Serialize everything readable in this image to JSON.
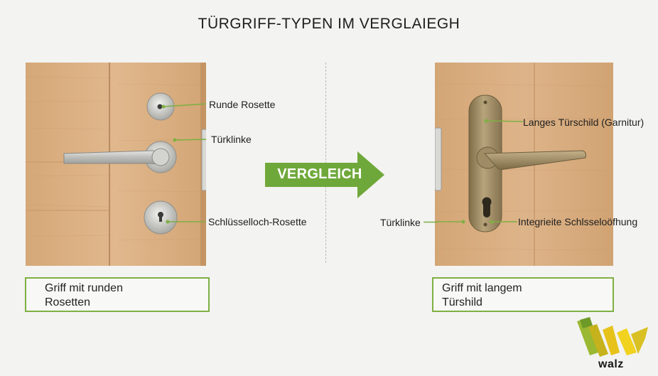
{
  "title": "TÜRGRIFF-TYPEN IM VERGLAIEGH",
  "arrow_label": "VERGLEICH",
  "left": {
    "callouts": {
      "rosette": "Runde Rosette",
      "lever": "Türklinke",
      "keyhole": "Schlüsselloch-Rosette"
    },
    "box_lines": [
      "Griff mit runden",
      "Rosetten"
    ]
  },
  "right": {
    "callouts": {
      "plate": "Langes Türschild (Garnitur)",
      "lever": "Türklinke",
      "keyhole": "Integrieite Schlsseloöfhung"
    },
    "box_lines": [
      "Griff mit langem",
      "Türshild"
    ]
  },
  "logo": {
    "text": "walz",
    "icon": "walz-logo-icon"
  },
  "colors": {
    "accent_green": "#7fb043",
    "arrow_green": "#6fa83a",
    "wood": "#d9ae82",
    "steel": "#c9c9c6",
    "bronze": "#9b8862"
  }
}
